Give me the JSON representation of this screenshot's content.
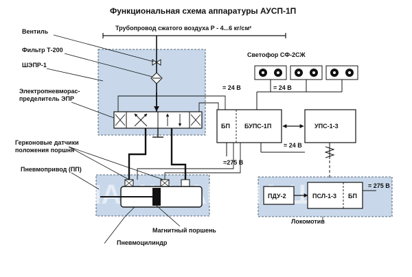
{
  "title": "Функциональная схема аппаратуры АУСП-1П",
  "pipeline": "Трубопровод  сжатого воздуха  Р - 4...6 кг/см²",
  "callouts": {
    "valve": "Вентиль",
    "filter": "Фильтр Т-200",
    "shepr": "ШЭПР-1",
    "epr_line1": "Электропневморас-",
    "epr_line2": "пределитель ЭПР",
    "sensors_line1": "Герконовые датчики",
    "sensors_line2": "положения поршня",
    "drive": "Пневмопривод (ПП)",
    "piston": "Магнитный поршень",
    "cylinder": "Пневмоцилиндр"
  },
  "signal_group": "Светофор СФ-2СЖ",
  "blocks": {
    "bp": "БП",
    "bups": "БУПС-1П",
    "ups": "УПС-1-3",
    "pdu": "ПДУ-2",
    "psl": "ПСЛ-1-3",
    "bp2": "БП"
  },
  "voltages": {
    "v24_top": "= 24 В",
    "v24_signal": "= 24 В",
    "v24_mid": "= 24 В",
    "v275_left": "=275 В",
    "v275_right": "= 275 В"
  },
  "locomotive": "Локомотив",
  "watermark": "ЛА  Ш  ЛА  Ш  МАШ  ЛА  Ш  ЛА",
  "colors": {
    "zone_fill": "#c8d8ea",
    "zone_border": "#2f3f55",
    "line": "#111111",
    "lamp_fill": "#111111"
  }
}
